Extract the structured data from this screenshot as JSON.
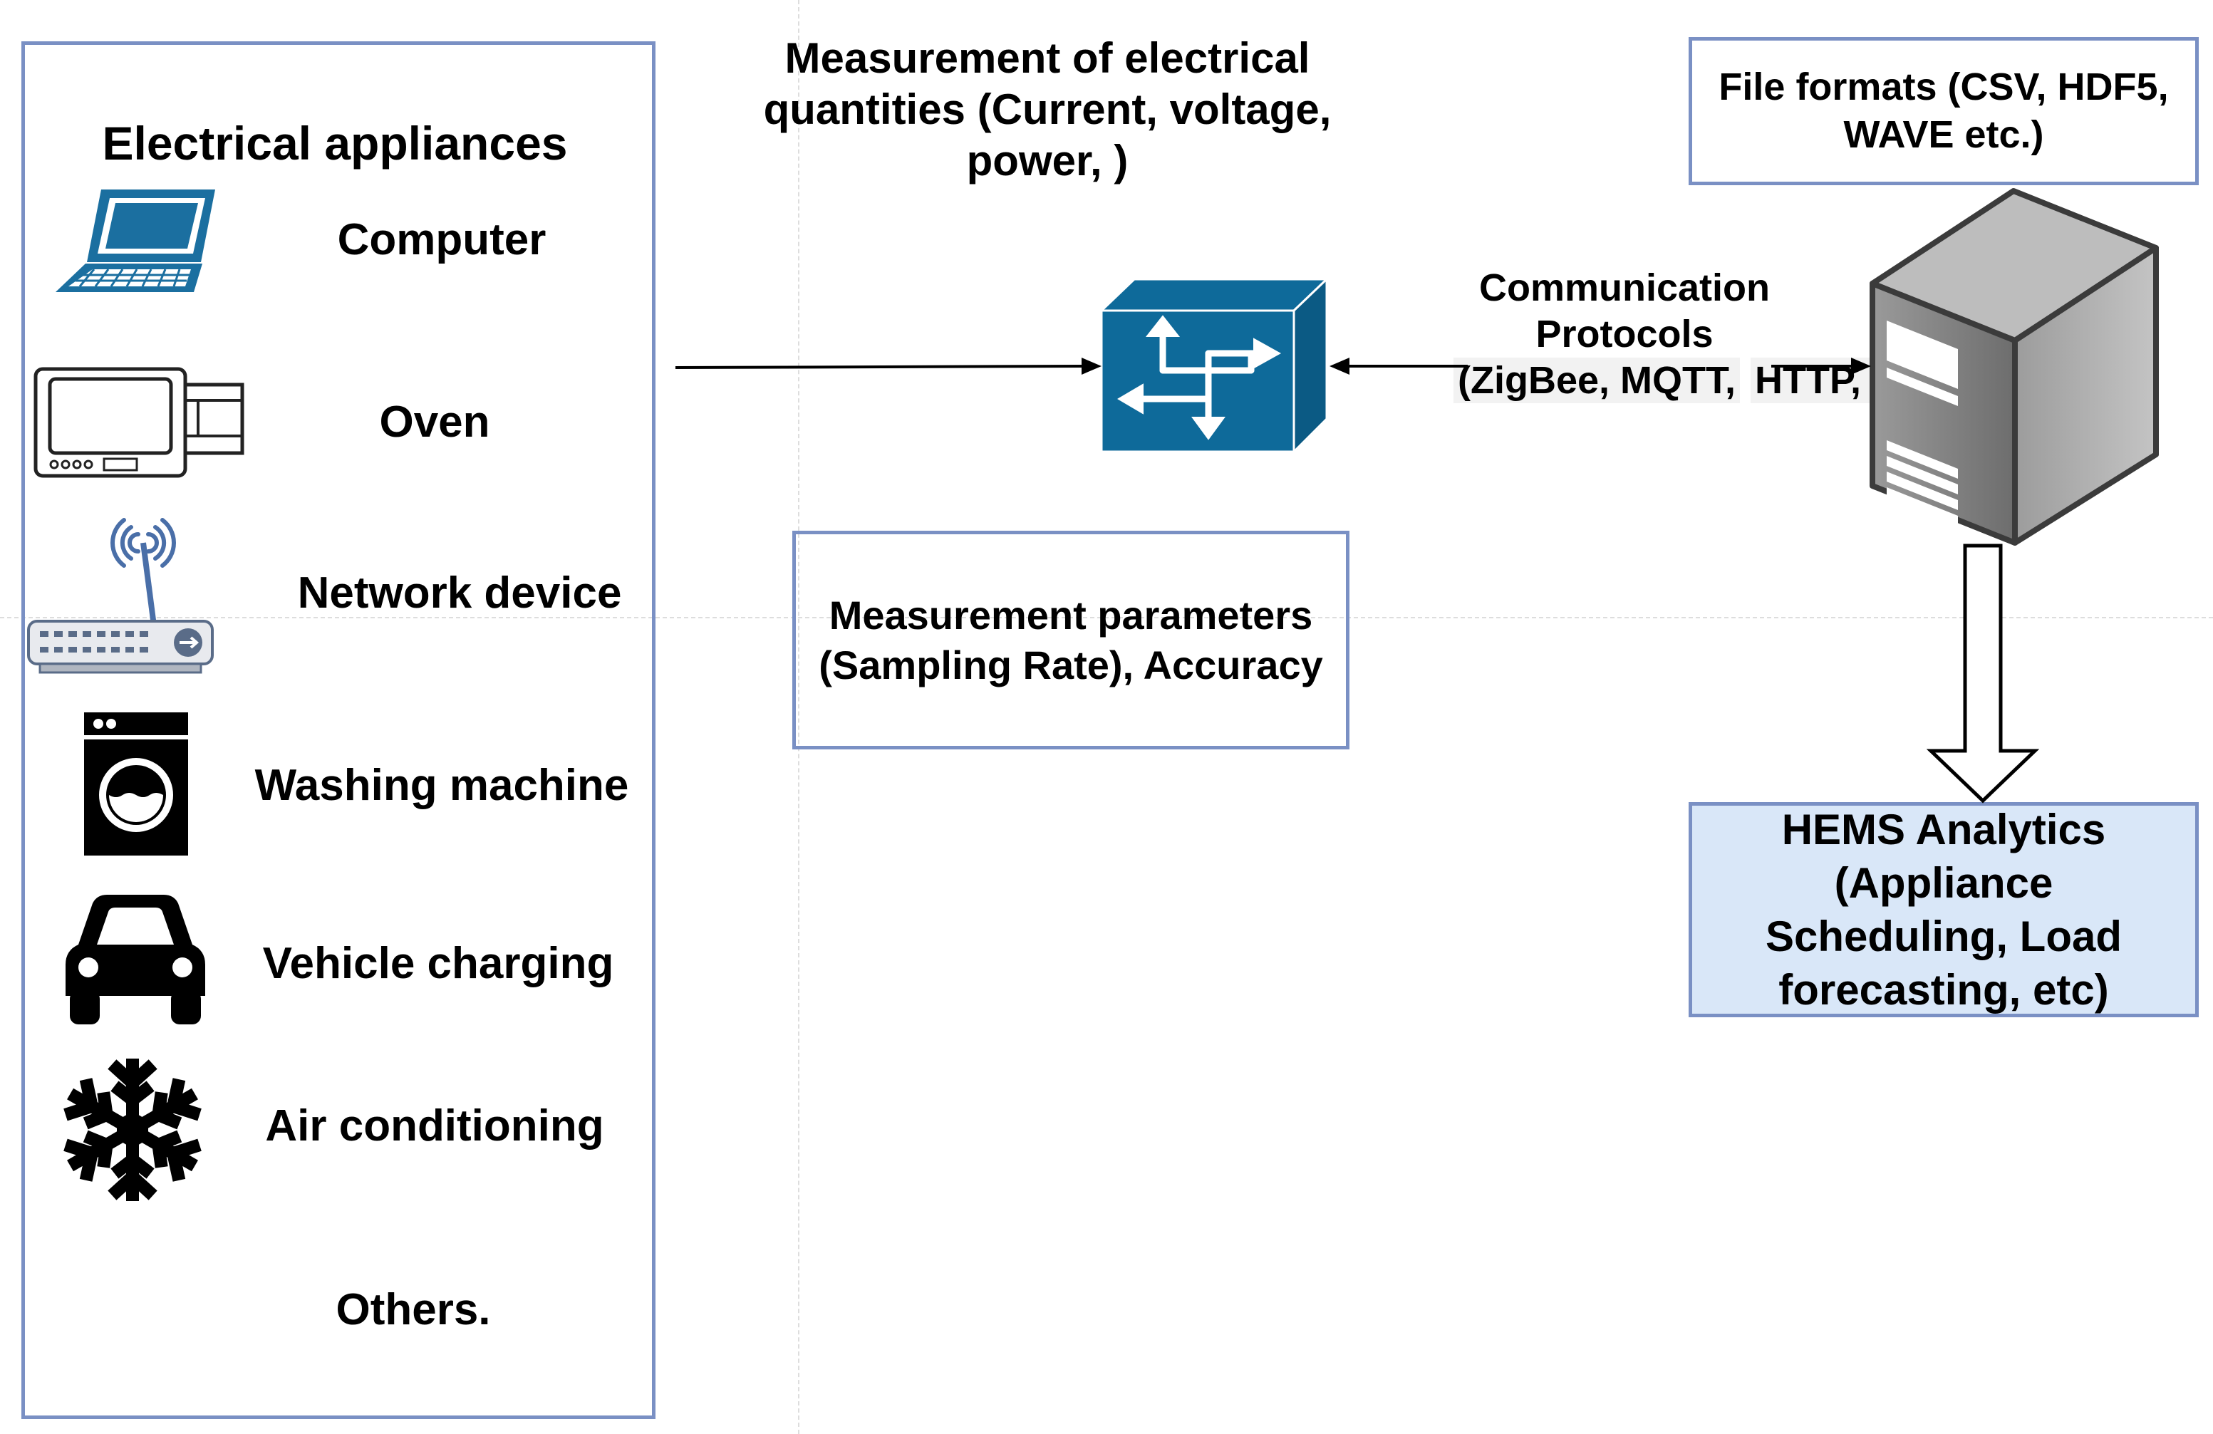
{
  "appliances": {
    "title": "Electrical appliances",
    "items": [
      {
        "label": "Computer",
        "icon": "laptop-icon"
      },
      {
        "label": "Oven",
        "icon": "oven-icon"
      },
      {
        "label": "Network device",
        "icon": "router-icon"
      },
      {
        "label": "Washing machine",
        "icon": "washing-machine-icon"
      },
      {
        "label": "Vehicle charging",
        "icon": "car-icon"
      },
      {
        "label": "Air conditioning",
        "icon": "snowflake-icon"
      },
      {
        "label": "Others."
      }
    ]
  },
  "measurement": {
    "quantities": "Measurement of electrical quantities (Current, voltage, power, )",
    "quantities_lines": [
      "Measurement of electrical",
      "quantities (Current, voltage,",
      "power, )"
    ],
    "parameters_lines": [
      "Measurement parameters",
      "(Sampling Rate), Accuracy"
    ]
  },
  "communication": {
    "lines": [
      "Communication",
      "Protocols",
      "(ZigBee, MQTT,",
      "HTTP, etc.)"
    ]
  },
  "file_formats": {
    "lines": [
      "File formats (CSV, HDF5,",
      "WAVE etc.)"
    ]
  },
  "hems": {
    "lines": [
      "HEMS Analytics",
      "(Appliance",
      "Scheduling, Load",
      "forecasting, etc)"
    ]
  },
  "colors": {
    "box_border": "#7a90c4",
    "router_blue": "#0e6a9a",
    "hems_fill": "#d9e7f8",
    "server_gray": "#8f8f8f"
  }
}
